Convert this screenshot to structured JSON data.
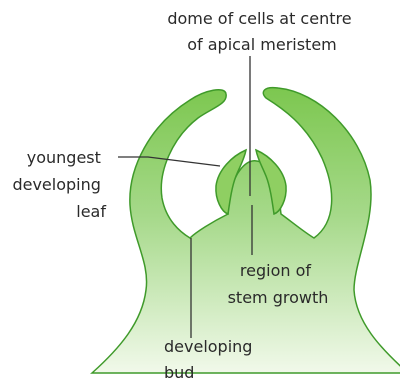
{
  "diagram": {
    "labels": {
      "dome_line1": "dome of cells at centre",
      "dome_line2": "of apical meristem",
      "youngest_line1": "youngest",
      "youngest_line2": "developing",
      "youngest_line3": "leaf",
      "region_line1": "region of",
      "region_line2": "stem growth",
      "bud_line1": "developing",
      "bud_line2": "bud"
    },
    "colors": {
      "tissue_top": "#7cc74f",
      "tissue_bottom": "#f1f9ea",
      "outline": "#3f9a2a",
      "leader": "#333333"
    }
  }
}
